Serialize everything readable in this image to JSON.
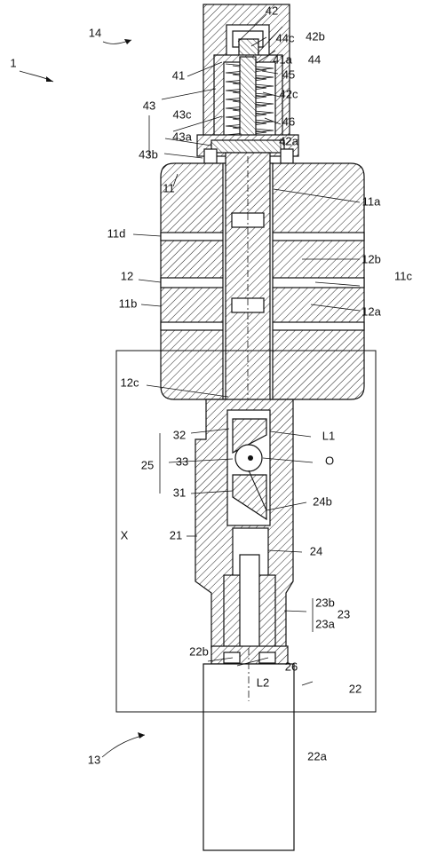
{
  "labels": {
    "l1": "1",
    "l14": "14",
    "l42": "42",
    "l44c": "44c",
    "l42b": "42b",
    "l41a": "41a",
    "l44": "44",
    "l45": "45",
    "l41": "41",
    "l42c": "42c",
    "l43": "43",
    "l43c": "43c",
    "l46": "46",
    "l43a": "43a",
    "l43b": "43b",
    "l42a": "42a",
    "l11": "11",
    "l11a": "11a",
    "l11d": "11d",
    "l12b": "12b",
    "l12": "12",
    "l11c": "11c",
    "l11b": "11b",
    "l12a": "12a",
    "l12c": "12c",
    "l32": "32",
    "lL1": "L1",
    "l25": "25",
    "l33": "33",
    "lO": "O",
    "l31": "31",
    "l24b": "24b",
    "lX": "X",
    "l21": "21",
    "l24": "24",
    "l23b": "23b",
    "l23": "23",
    "l23a": "23a",
    "l22b": "22b",
    "l26": "26",
    "lL2": "L2",
    "l22": "22",
    "l13": "13",
    "l22a": "22a"
  }
}
